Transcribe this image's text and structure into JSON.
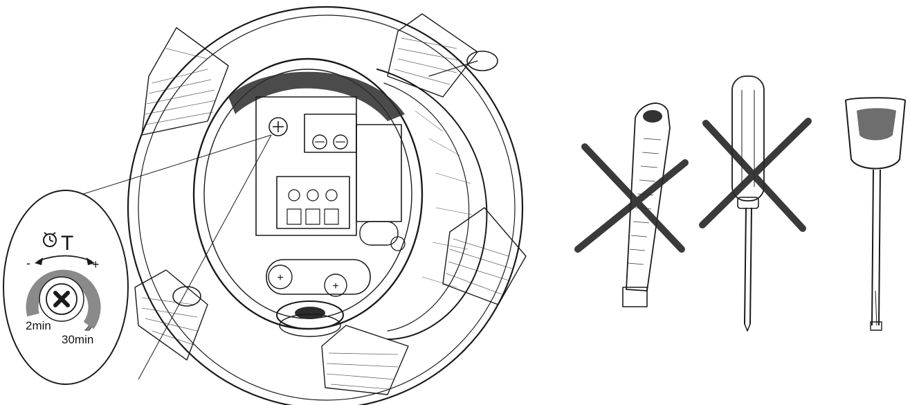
{
  "callout": {
    "symbol": "T",
    "minus": "-",
    "plus": "+",
    "min_label": "2min",
    "max_label": "30min"
  },
  "tools": [
    {
      "name": "utility knife",
      "allowed": false
    },
    {
      "name": "screwdriver",
      "allowed": false
    },
    {
      "name": "adjustment key",
      "allowed": true
    }
  ],
  "colors": {
    "ink": "#1a1a1a",
    "dial_gray": "#8a8a8a",
    "cross": "#2a2a2a"
  }
}
